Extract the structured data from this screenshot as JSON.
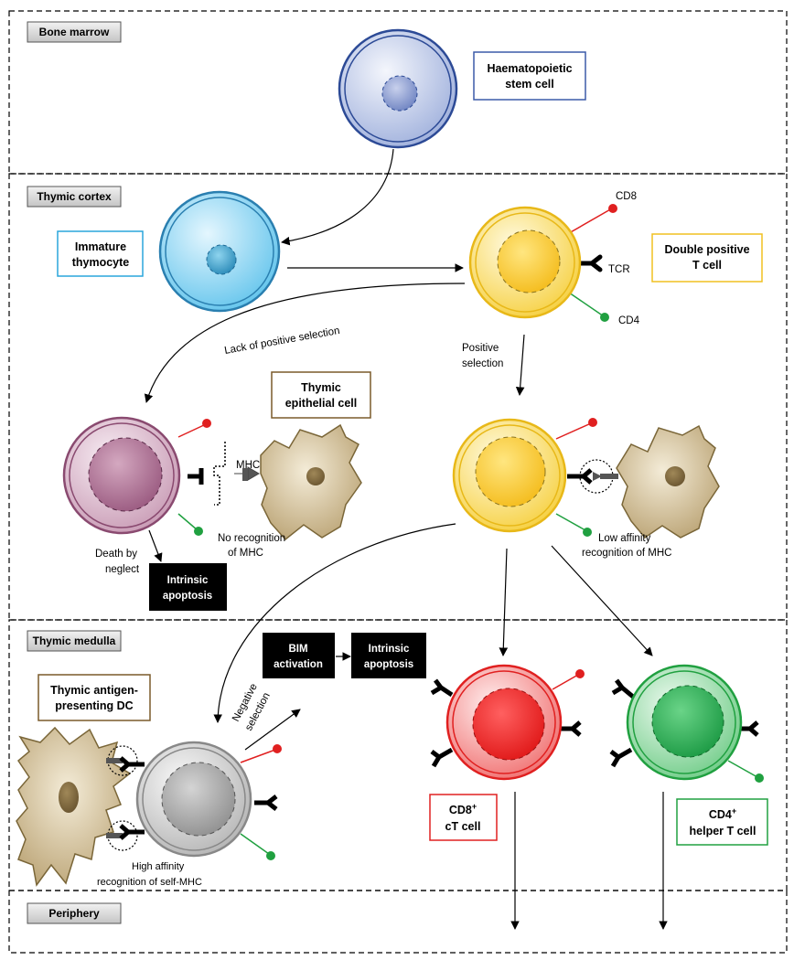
{
  "zones": {
    "bone_marrow": "Bone marrow",
    "thymic_cortex": "Thymic cortex",
    "thymic_medulla": "Thymic medulla",
    "periphery": "Periphery"
  },
  "cells": {
    "hsc": [
      "Haematopoietic",
      "stem cell"
    ],
    "immature": [
      "Immature",
      "thymocyte"
    ],
    "double_positive": [
      "Double positive",
      "T cell"
    ],
    "epithelial": [
      "Thymic",
      "epithelial cell"
    ],
    "apc": [
      "Thymic antigen-",
      "presenting DC"
    ],
    "cd8": {
      "main": "CD8",
      "sup": "+",
      "line2": "cT cell"
    },
    "cd4": {
      "main": "CD4",
      "sup": "+",
      "line2": "helper T cell"
    }
  },
  "receptors": {
    "cd8": "CD8",
    "tcr": "TCR",
    "cd4": "CD4",
    "mhc": "MHC"
  },
  "processes": {
    "lack_positive": "Lack of positive selection",
    "positive": [
      "Positive",
      "selection"
    ],
    "death_neglect": [
      "Death by",
      "neglect"
    ],
    "no_recognition": [
      "No recognition",
      "of MHC"
    ],
    "low_affinity": [
      "Low affinity",
      "recognition of MHC"
    ],
    "negative": [
      "Negative",
      "selection"
    ],
    "high_affinity": [
      "High affinity",
      "recognition of self-MHC"
    ]
  },
  "events": {
    "intrinsic_apoptosis_1": [
      "Intrinsic",
      "apoptosis"
    ],
    "bim_activation": [
      "BIM",
      "activation"
    ],
    "intrinsic_apoptosis_2": [
      "Intrinsic",
      "apoptosis"
    ]
  },
  "colors": {
    "hsc": "#3b5aa8",
    "immature": "#2a85b8",
    "double_positive": "#f0c020",
    "neglect": "#8a4a70",
    "negative": "#888888",
    "cd8_cell": "#e02020",
    "cd4_cell": "#20a040",
    "epithelial": "#a89060",
    "cd8_receptor": "#e02020",
    "cd4_receptor": "#20a040"
  }
}
